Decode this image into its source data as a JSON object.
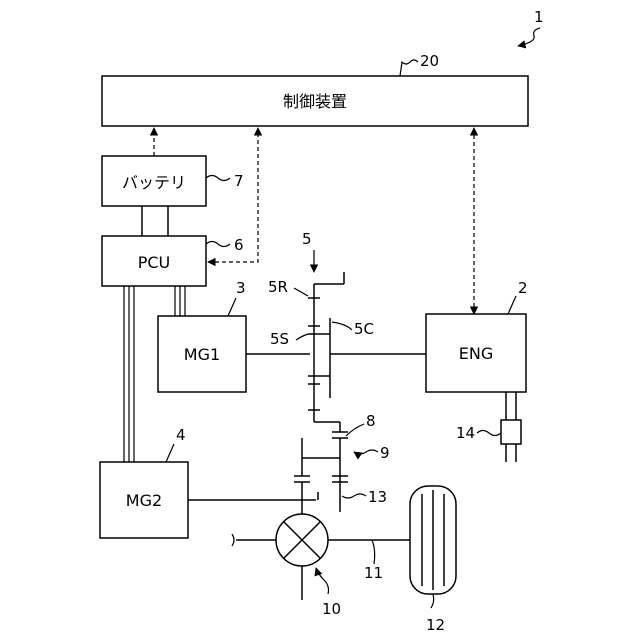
{
  "labels": {
    "figure_ref": "1",
    "controller_ref": "20",
    "controller": "制御装置",
    "battery": "バッテリ",
    "battery_ref": "7",
    "pcu": "PCU",
    "pcu_ref": "6",
    "mg1": "MG1",
    "mg1_ref": "3",
    "mg2": "MG2",
    "mg2_ref": "4",
    "eng": "ENG",
    "eng_ref": "2",
    "planetary_ref": "5",
    "ring_ref": "5R",
    "sun_ref": "5S",
    "carrier_ref": "5C",
    "gear8_ref": "8",
    "gear9_ref": "9",
    "gear13_ref": "13",
    "damper_ref": "14",
    "diff_ref": "10",
    "axle_ref": "11",
    "wheel_ref": "12"
  }
}
